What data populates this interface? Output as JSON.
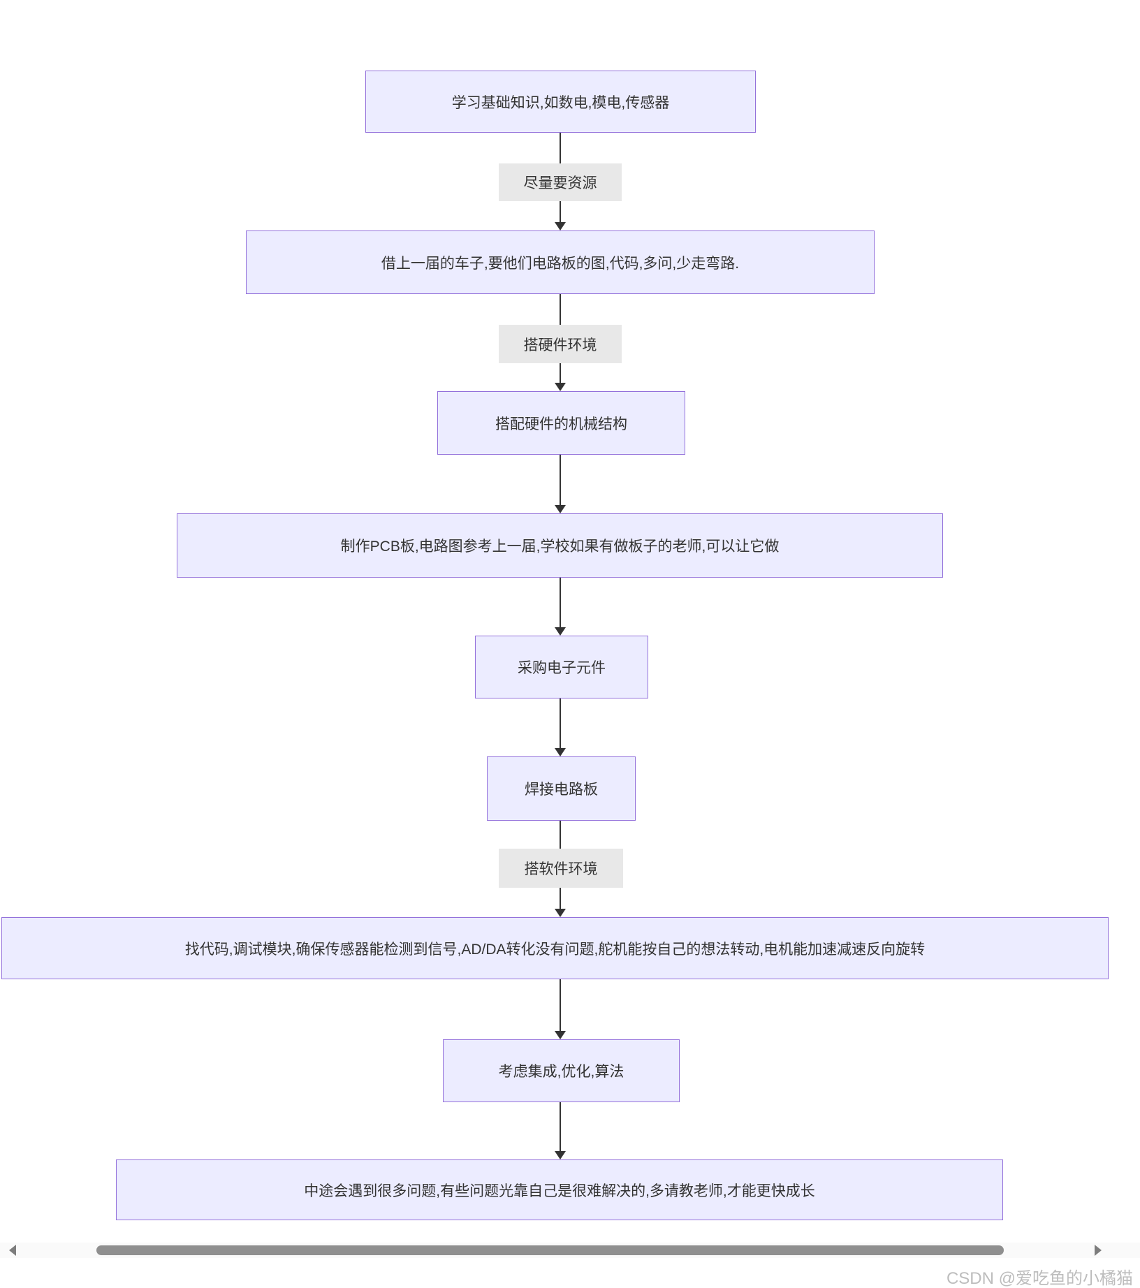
{
  "flowchart": {
    "nodes": [
      {
        "text": "学习基础知识,如数电,模电,传感器"
      },
      {
        "text": "借上一届的车子,要他们电路板的图,代码,多问,少走弯路."
      },
      {
        "text": "搭配硬件的机械结构"
      },
      {
        "text": "制作PCB板,电路图参考上一届,学校如果有做板子的老师,可以让它做"
      },
      {
        "text": "采购电子元件"
      },
      {
        "text": "焊接电路板"
      },
      {
        "text": "找代码,调试模块,确保传感器能检测到信号,AD/DA转化没有问题,舵机能按自己的想法转动,电机能加速减速反向旋转"
      },
      {
        "text": "考虑集成,优化,算法"
      },
      {
        "text": "中途会遇到很多问题,有些问题光靠自己是很难解决的,多请教老师,才能更快成长"
      }
    ],
    "edge_labels": [
      "尽量要资源",
      "搭硬件环境",
      "搭软件环境"
    ],
    "colors": {
      "node_fill": "#ECECFF",
      "node_border": "#9370DB",
      "edge_label_bg": "#e8e8e8",
      "arrow": "#333333",
      "text": "#333333"
    }
  },
  "watermark": {
    "text": "CSDN @爱吃鱼的小橘猫"
  }
}
